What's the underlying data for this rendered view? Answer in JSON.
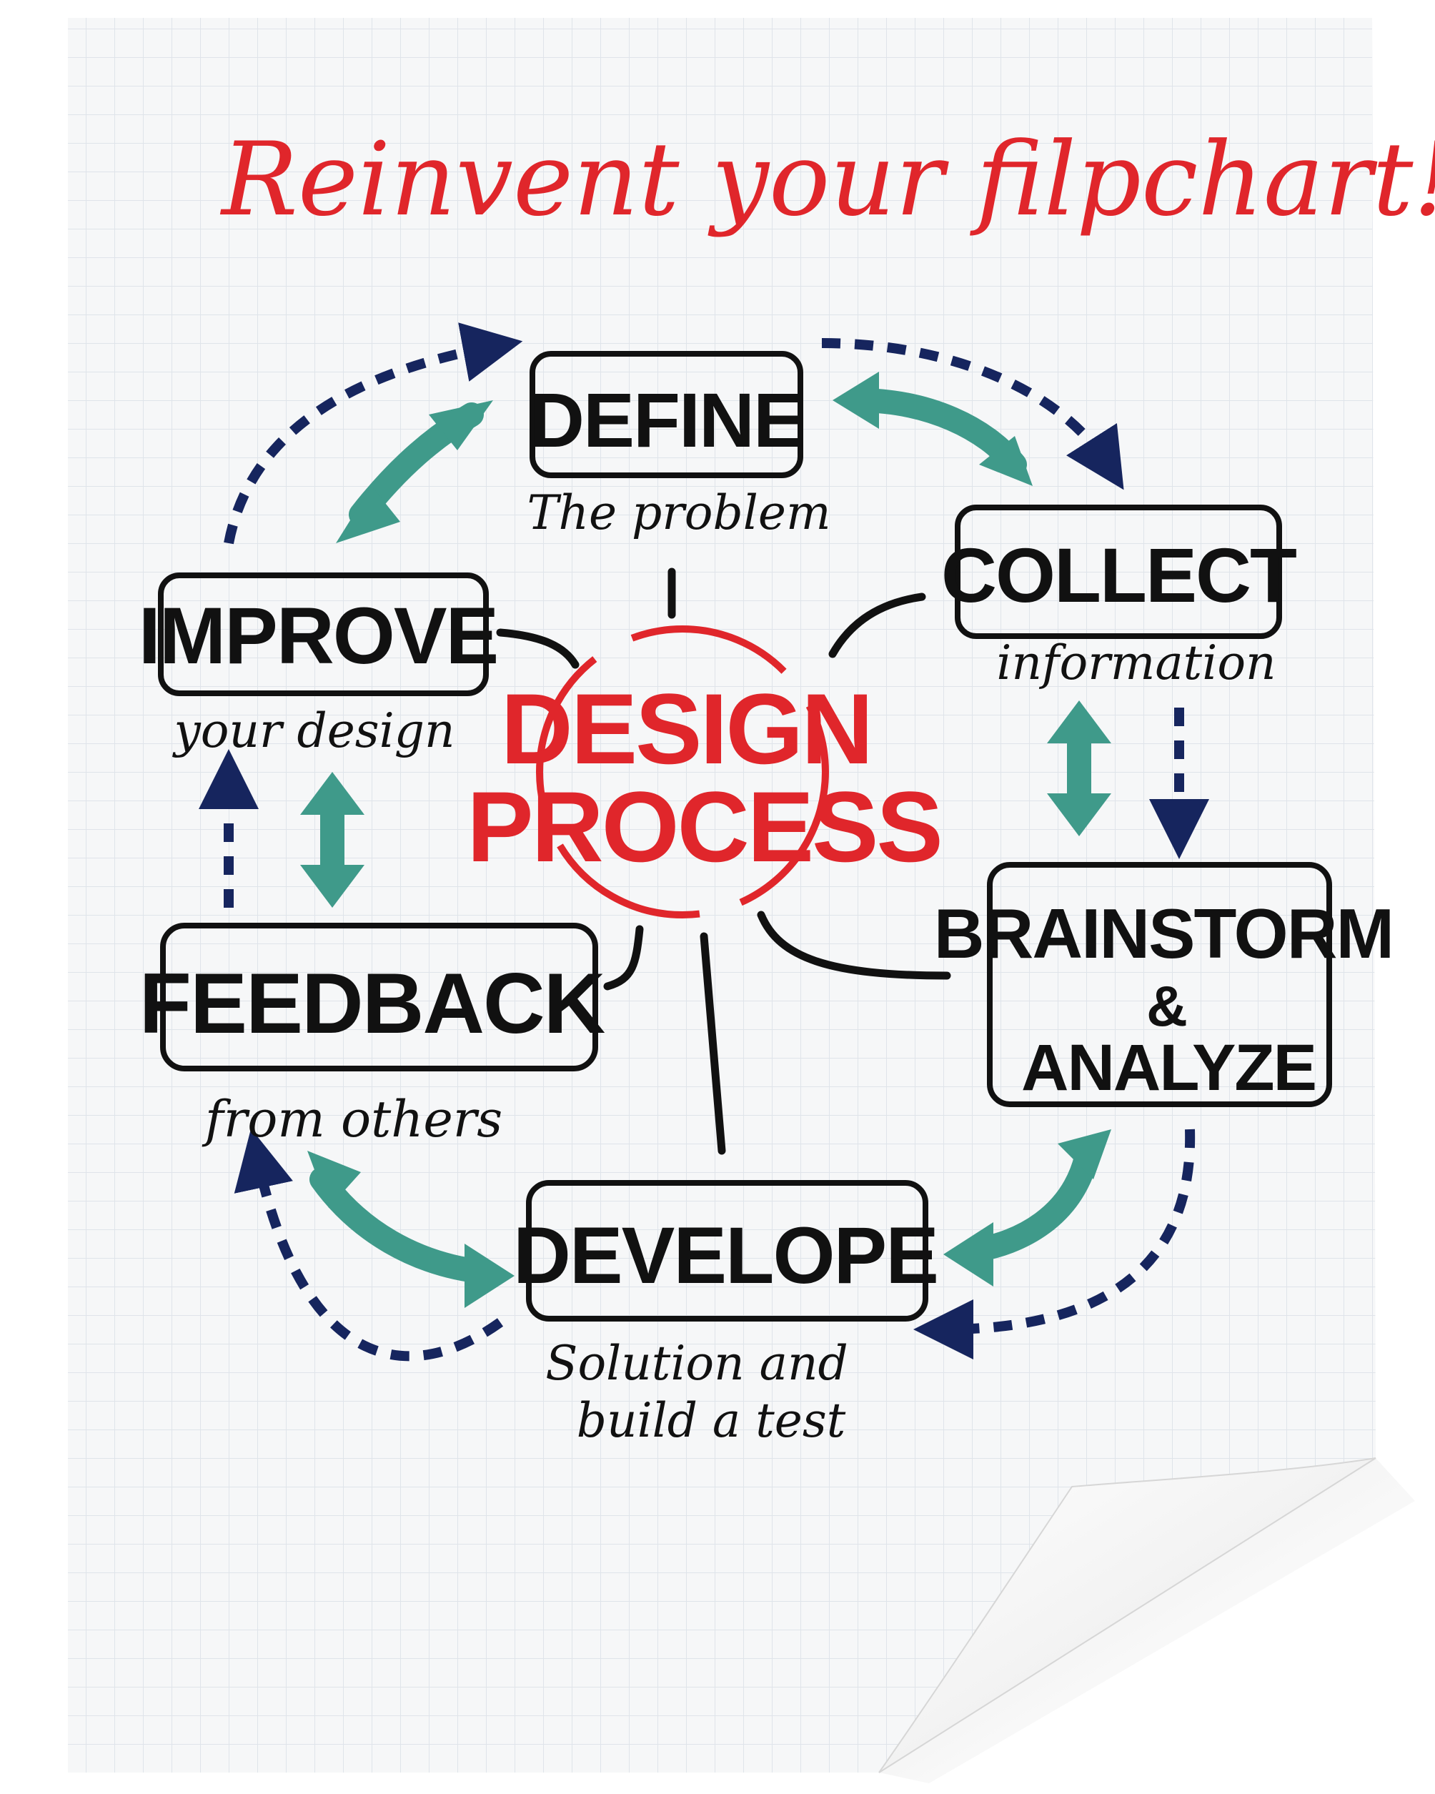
{
  "title": "Reinvent your filpchart!",
  "center": {
    "line1": "DESIGN",
    "line2": "PROCESS"
  },
  "steps": [
    {
      "label": "DEFINE",
      "sub": [
        "The problem"
      ]
    },
    {
      "label": "COLLECT",
      "sub": [
        "information"
      ]
    },
    {
      "label": "BRAINSTORM",
      "label2": "&",
      "label3": "ANALYZE",
      "sub": []
    },
    {
      "label": "DEVELOPE",
      "sub": [
        "Solution and",
        "build a test"
      ]
    },
    {
      "label": "FEEDBACK",
      "sub": [
        "from others"
      ]
    },
    {
      "label": "IMPROVE",
      "sub": [
        "your design"
      ]
    }
  ],
  "colors": {
    "paper": "#f6f7f8",
    "grid": "#dfe4ea",
    "ink": "#111111",
    "red": "#e0262b",
    "teal": "#3f9a8a",
    "navy": "#16255e"
  }
}
